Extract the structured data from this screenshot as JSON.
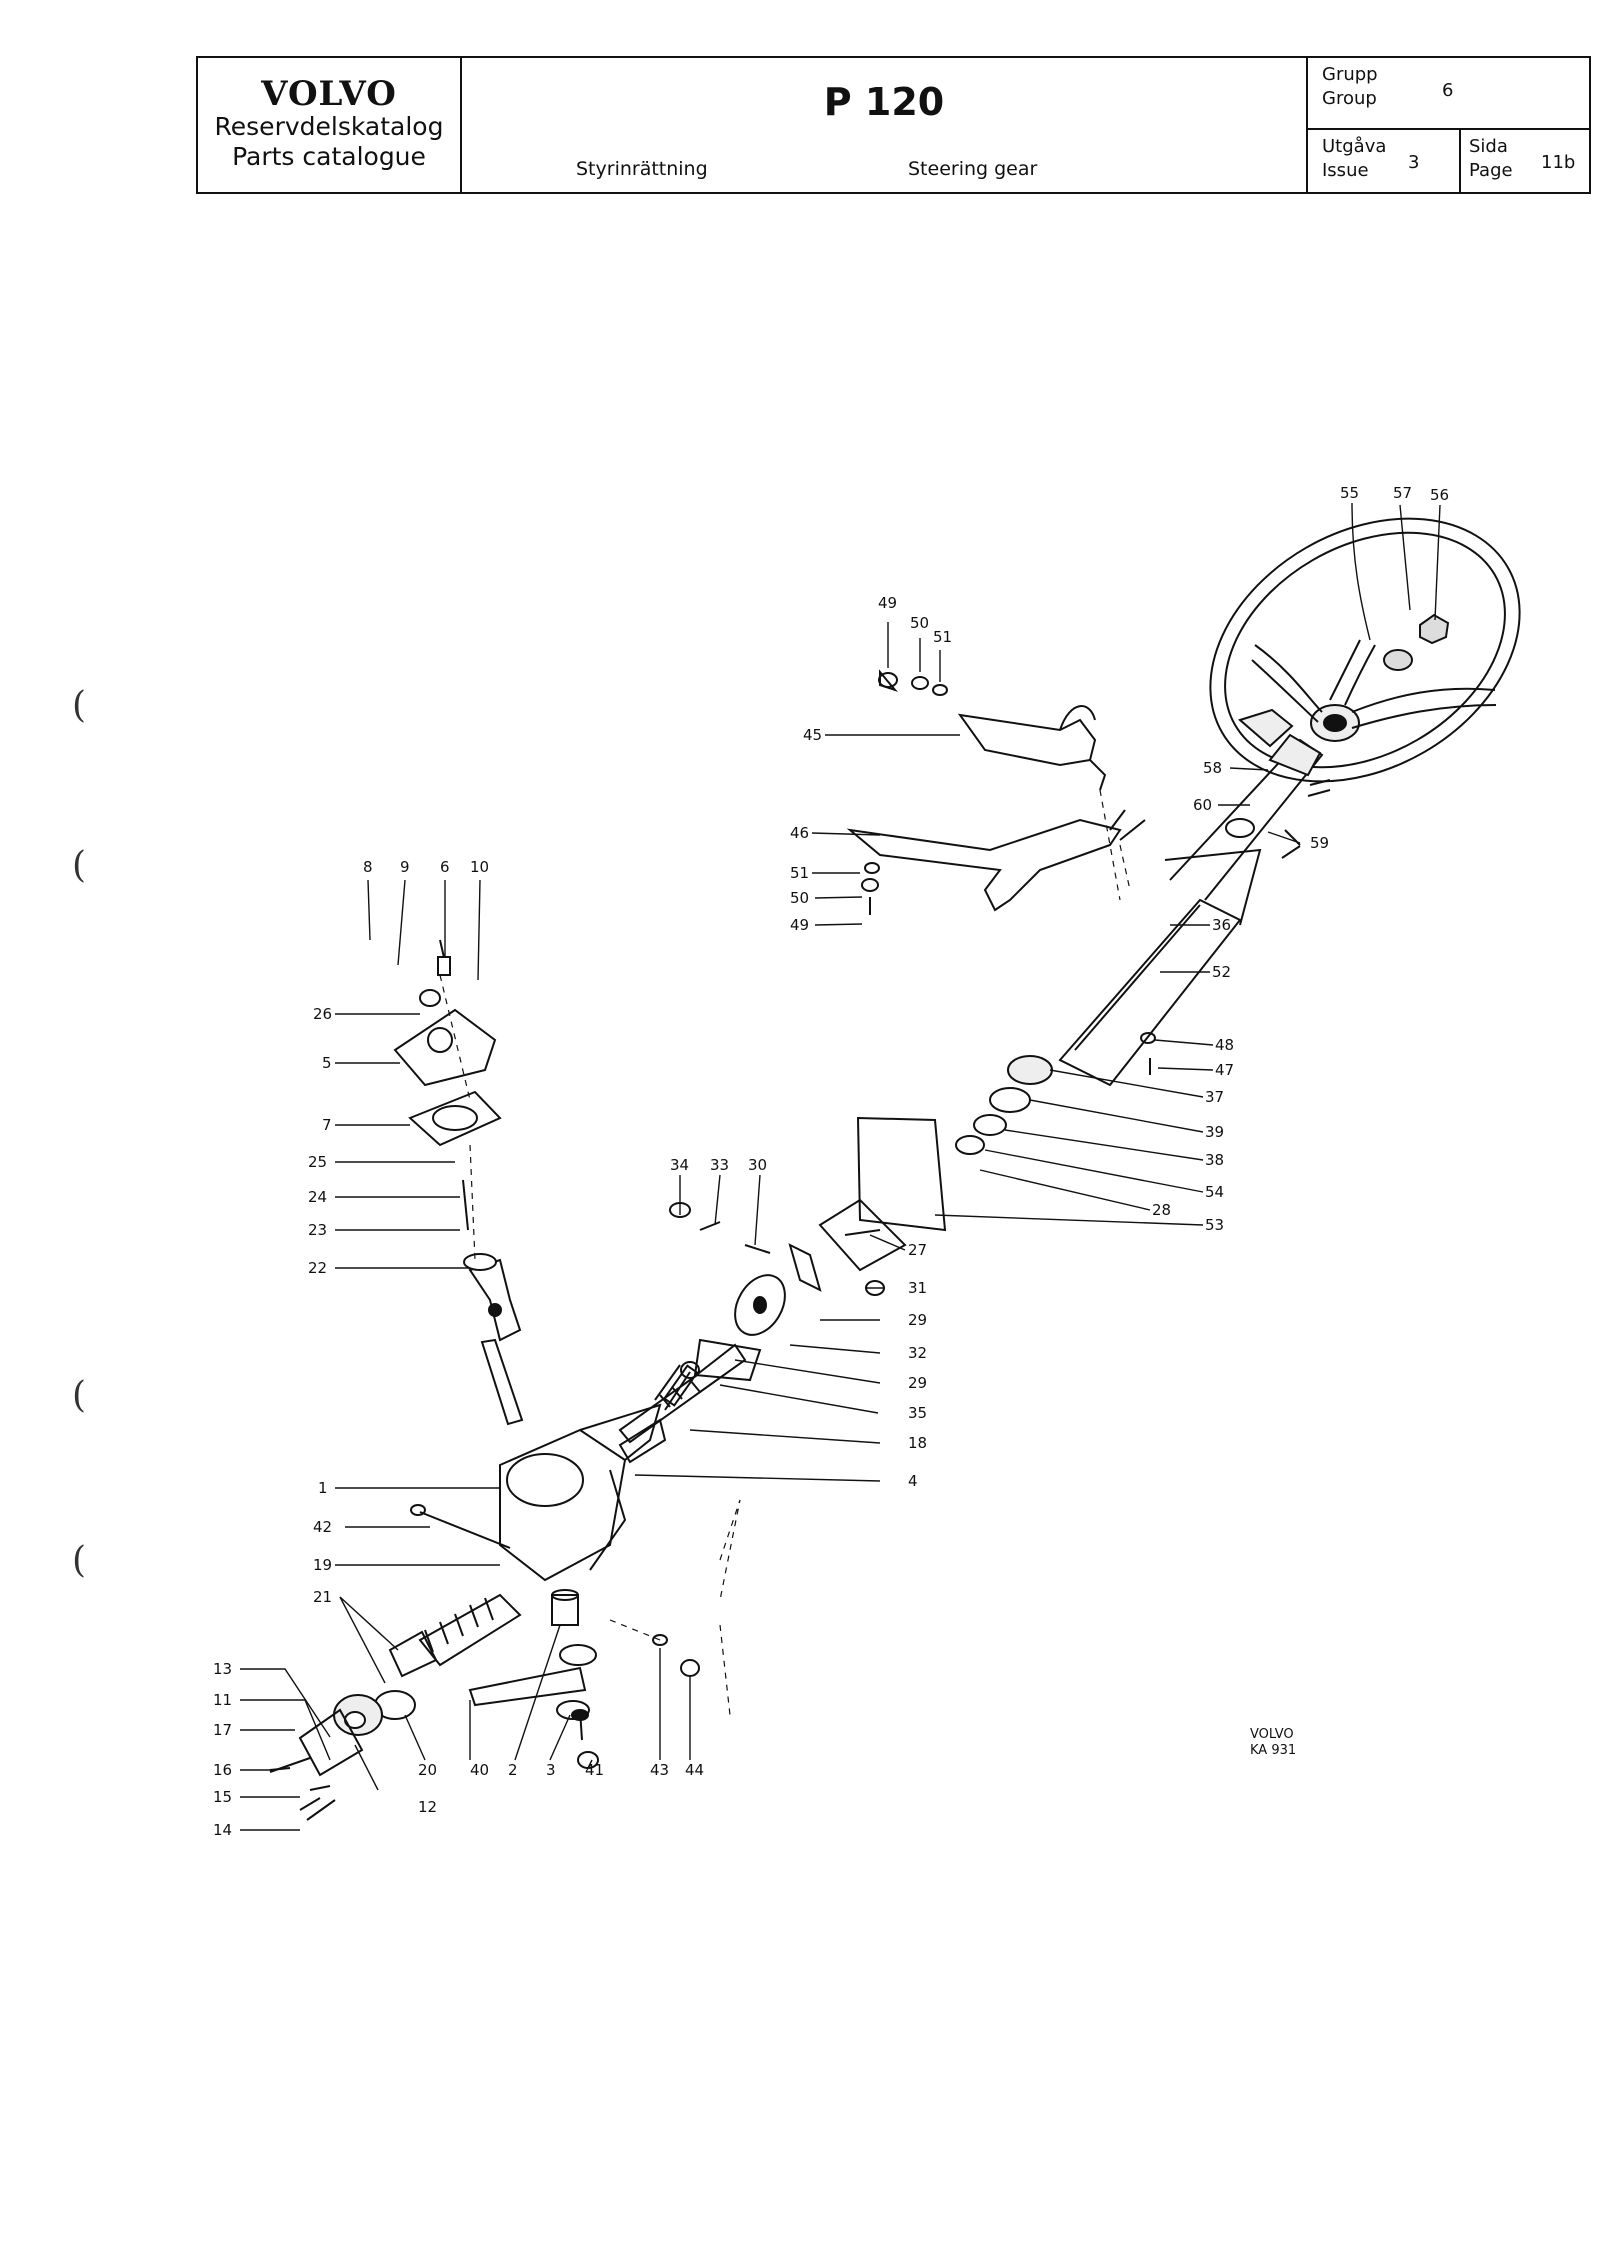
{
  "header": {
    "brand": "VOLVO",
    "catalog_sv": "Reservdelskatalog",
    "catalog_en": "Parts catalogue",
    "model": "P 120",
    "section_sv": "Styrinrättning",
    "section_en": "Steering gear",
    "group_label_sv": "Grupp",
    "group_label_en": "Group",
    "group_value": "6",
    "issue_label_sv": "Utgåva",
    "issue_label_en": "Issue",
    "issue_value": "3",
    "page_label_sv": "Sida",
    "page_label_en": "Page",
    "page_value": "11b"
  },
  "diagram": {
    "stamp_line1": "VOLVO",
    "stamp_line2": "KA 931",
    "callouts": [
      "55",
      "57",
      "56",
      "49",
      "50",
      "51",
      "45",
      "58",
      "60",
      "59",
      "46",
      "51",
      "50",
      "49",
      "8",
      "9",
      "6",
      "10",
      "36",
      "52",
      "26",
      "48",
      "47",
      "5",
      "37",
      "7",
      "39",
      "38",
      "25",
      "34",
      "33",
      "30",
      "54",
      "24",
      "28",
      "53",
      "23",
      "27",
      "22",
      "31",
      "29",
      "32",
      "29",
      "35",
      "18",
      "1",
      "4",
      "42",
      "19",
      "21",
      "13",
      "11",
      "17",
      "16",
      "15",
      "14",
      "20",
      "12",
      "40",
      "2",
      "3",
      "41",
      "43",
      "44"
    ]
  }
}
